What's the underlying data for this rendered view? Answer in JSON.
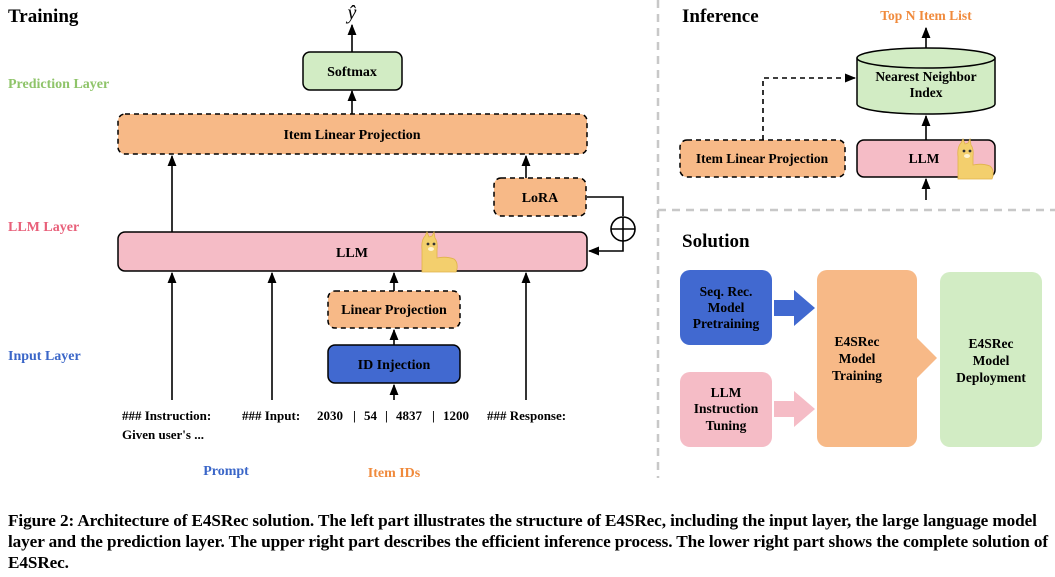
{
  "training": {
    "title": "Training",
    "y_hat": "ŷ",
    "softmax": "Softmax",
    "item_linear_projection": "Item Linear Projection",
    "lora": "LoRA",
    "llm": "LLM",
    "linear_projection": "Linear Projection",
    "id_injection": "ID Injection",
    "layers": {
      "prediction": "Prediction Layer",
      "llm": "LLM Layer",
      "input": "Input Layer"
    },
    "input_text": {
      "instruction": "### Instruction:",
      "instruction_cont": "Given user's ...",
      "input": "### Input:",
      "ids": [
        "2030",
        "54",
        "4837",
        "1200"
      ],
      "separator": "|",
      "response": "### Response:"
    },
    "prompt_label": "Prompt",
    "item_ids_label": "Item IDs"
  },
  "inference": {
    "title": "Inference",
    "top_n": "Top N Item List",
    "nn_index_line1": "Nearest Neighbor",
    "nn_index_line2": "Index",
    "item_linear_projection": "Item Linear Projection",
    "llm": "LLM"
  },
  "solution": {
    "title": "Solution",
    "seq_rec": [
      "Seq. Rec.",
      "Model",
      "Pretraining"
    ],
    "llm_tuning": [
      "LLM",
      "Instruction",
      "Tuning"
    ],
    "training": [
      "E4SRec",
      "Model",
      "Training"
    ],
    "deployment": [
      "E4SRec",
      "Model",
      "Deployment"
    ]
  },
  "caption": "Figure 2: Architecture of E4SRec solution. The left part illustrates the structure of E4SRec, including the input layer, the large language model layer and the prediction layer. The upper right part describes the efficient inference process. The lower right part shows the complete solution of E4SRec.",
  "colors": {
    "orange_fill": "#f7b987",
    "pink_fill": "#f5bcc6",
    "green_fill": "#d2ecc4",
    "blue_fill": "#4169d0",
    "prediction_label": "#8fc46a",
    "llm_label": "#e8607a",
    "input_label": "#3a66c8",
    "orange_label": "#f08a3c",
    "divider": "#c8c8c8"
  }
}
